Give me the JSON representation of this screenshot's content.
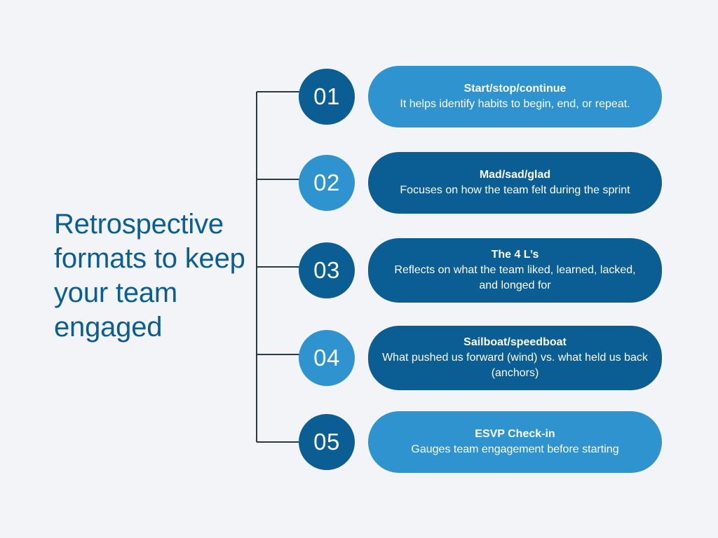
{
  "background_color": "#f2f4f7",
  "palette": {
    "dark_blue": "#0a5e94",
    "light_blue": "#2f93d0",
    "connector_line": "#2a3a44",
    "text_on_card": "#ffffff"
  },
  "title": {
    "text": "Retrospective formats to keep your team engaged",
    "color": "#0a5e94"
  },
  "items": [
    {
      "number": "01",
      "title": "Start/stop/continue",
      "description": "It helps identify habits to begin, end, or repeat.",
      "badge_tone": "dark",
      "card_tone": "light"
    },
    {
      "number": "02",
      "title": "Mad/sad/glad",
      "description": "Focuses on how the team felt during the sprint",
      "badge_tone": "light",
      "card_tone": "dark"
    },
    {
      "number": "03",
      "title": "The 4 L’s",
      "description": "Reflects on what the team liked, learned, lacked, and longed for",
      "badge_tone": "dark",
      "card_tone": "dark"
    },
    {
      "number": "04",
      "title": "Sailboat/speedboat",
      "description": "What pushed us forward (wind) vs. what held us back (anchors)",
      "badge_tone": "light",
      "card_tone": "dark"
    },
    {
      "number": "05",
      "title": "ESVP Check-in",
      "description": "Gauges team engagement before starting",
      "badge_tone": "dark",
      "card_tone": "light"
    }
  ]
}
